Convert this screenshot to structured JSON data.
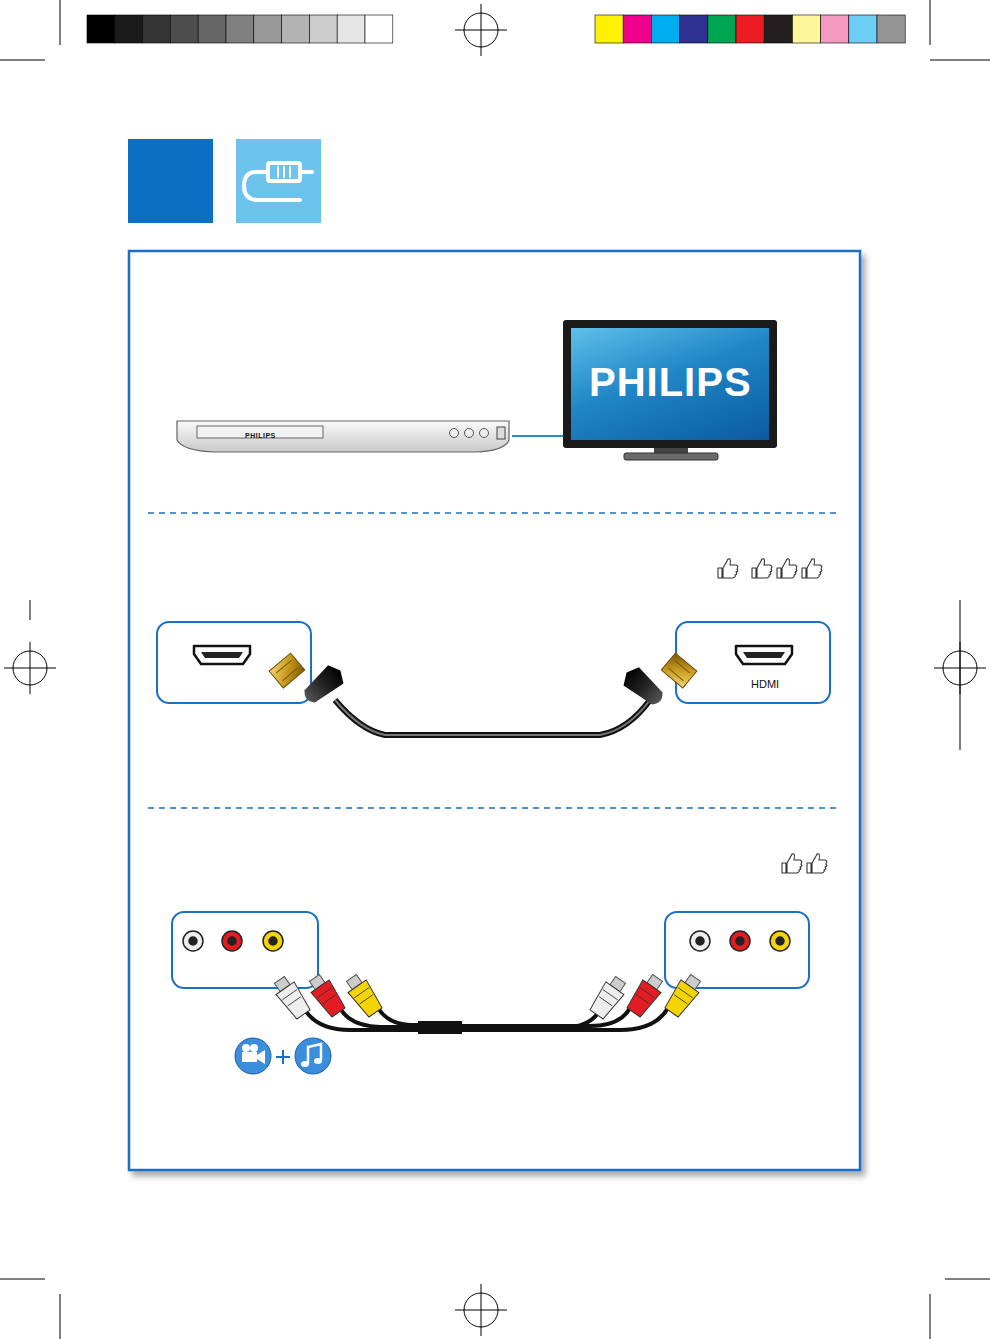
{
  "diagram": {
    "nodes": [
      {
        "text": [
          "PHILIPS"
        ]
      },
      {
        "text": [
          "PHILIPS"
        ]
      },
      {
        "text": [
          "HDMI"
        ]
      }
    ],
    "edges": [
      {
        "from": 0,
        "to": 1,
        "arrow": "none"
      }
    ]
  }
}
